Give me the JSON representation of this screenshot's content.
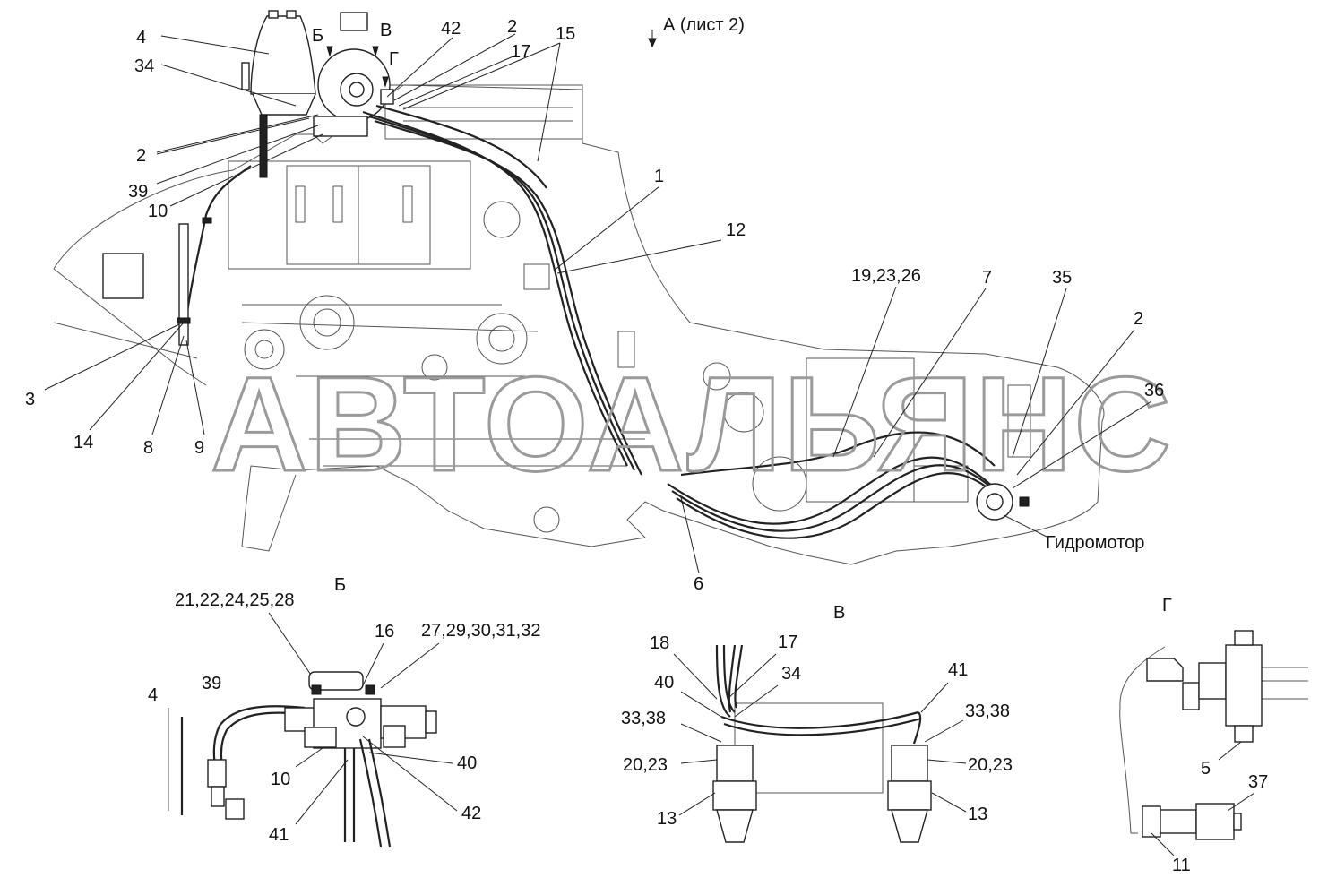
{
  "watermark": "АВТОАЛЬЯНС",
  "view_marker": "А (лист 2)",
  "main_labels": {
    "l4": "4",
    "l34": "34",
    "l2a": "2",
    "l39": "39",
    "l10": "10",
    "lB": "Б",
    "lV": "В",
    "lG": "Г",
    "l42": "42",
    "l2b": "2",
    "l17": "17",
    "l15": "15",
    "l1": "1",
    "l12": "12",
    "l3": "3",
    "l14": "14",
    "l8": "8",
    "l9": "9",
    "l19": "19,23,26",
    "l7": "7",
    "l35": "35",
    "l2c": "2",
    "l36": "36",
    "l6": "6",
    "motor": "Гидромотор"
  },
  "detail_b": {
    "title": "Б",
    "l21": "21,22,24,25,28",
    "l16": "16",
    "l27": "27,29,30,31,32",
    "l4": "4",
    "l39": "39",
    "l10": "10",
    "l40": "40",
    "l41": "41",
    "l42": "42"
  },
  "detail_v": {
    "title": "В",
    "l18": "18",
    "l17": "17",
    "l40": "40",
    "l34": "34",
    "l41": "41",
    "l33a": "33,38",
    "l33b": "33,38",
    "l20a": "20,23",
    "l20b": "20,23",
    "l13a": "13",
    "l13b": "13"
  },
  "detail_g": {
    "title": "Г",
    "l5": "5",
    "l37": "37",
    "l11": "11"
  }
}
